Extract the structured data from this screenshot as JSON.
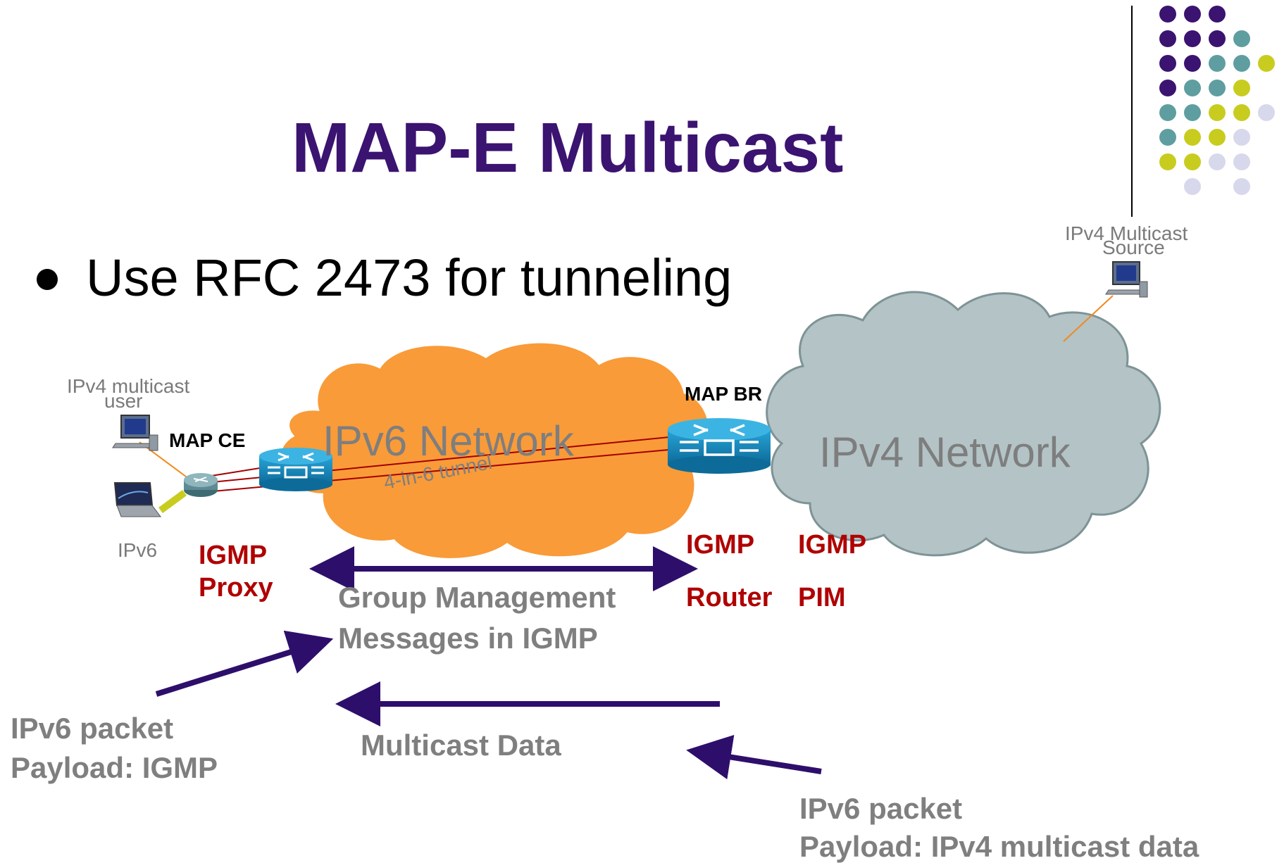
{
  "title": "MAP-E Multicast",
  "bullet": "Use RFC 2473 for tunneling",
  "clouds": {
    "ipv6": "IPv6 Network",
    "ipv4": "IPv4 Network"
  },
  "tunnel_label": "4-in-6  tunnel",
  "devices": {
    "multicast_user_line1": "IPv4 multicast",
    "multicast_user_line2": "user",
    "ipv6_host": "IPv6",
    "map_ce": "MAP CE",
    "map_br": "MAP BR",
    "multicast_source_line1": "IPv4 Multicast",
    "multicast_source_line2": "Source"
  },
  "protocols": {
    "ce_igmp": "IGMP",
    "ce_proxy": "Proxy",
    "br_igmp": "IGMP",
    "br_router": "Router",
    "v4_igmp": "IGMP",
    "v4_pim": "PIM"
  },
  "flows": {
    "group_mgmt_line1": "Group Management",
    "group_mgmt_line2": "Messages in IGMP",
    "multicast_data": "Multicast Data"
  },
  "callouts": {
    "left_line1": "IPv6 packet",
    "left_line2": "Payload: IGMP",
    "right_line1": "IPv6 packet",
    "right_line2": "Payload: IPv4 multicast data"
  },
  "colors": {
    "title": "#3b1370",
    "arrow": "#2d0f6b",
    "ipv6_cloud": "#f99b39",
    "ipv4_cloud": "#b3c3c6",
    "protocol_text": "#b00000",
    "router": "#1a90c4",
    "dots": [
      "#3b1370",
      "#5f9ea0",
      "#c8cc1e",
      "#d8d8ec"
    ]
  }
}
